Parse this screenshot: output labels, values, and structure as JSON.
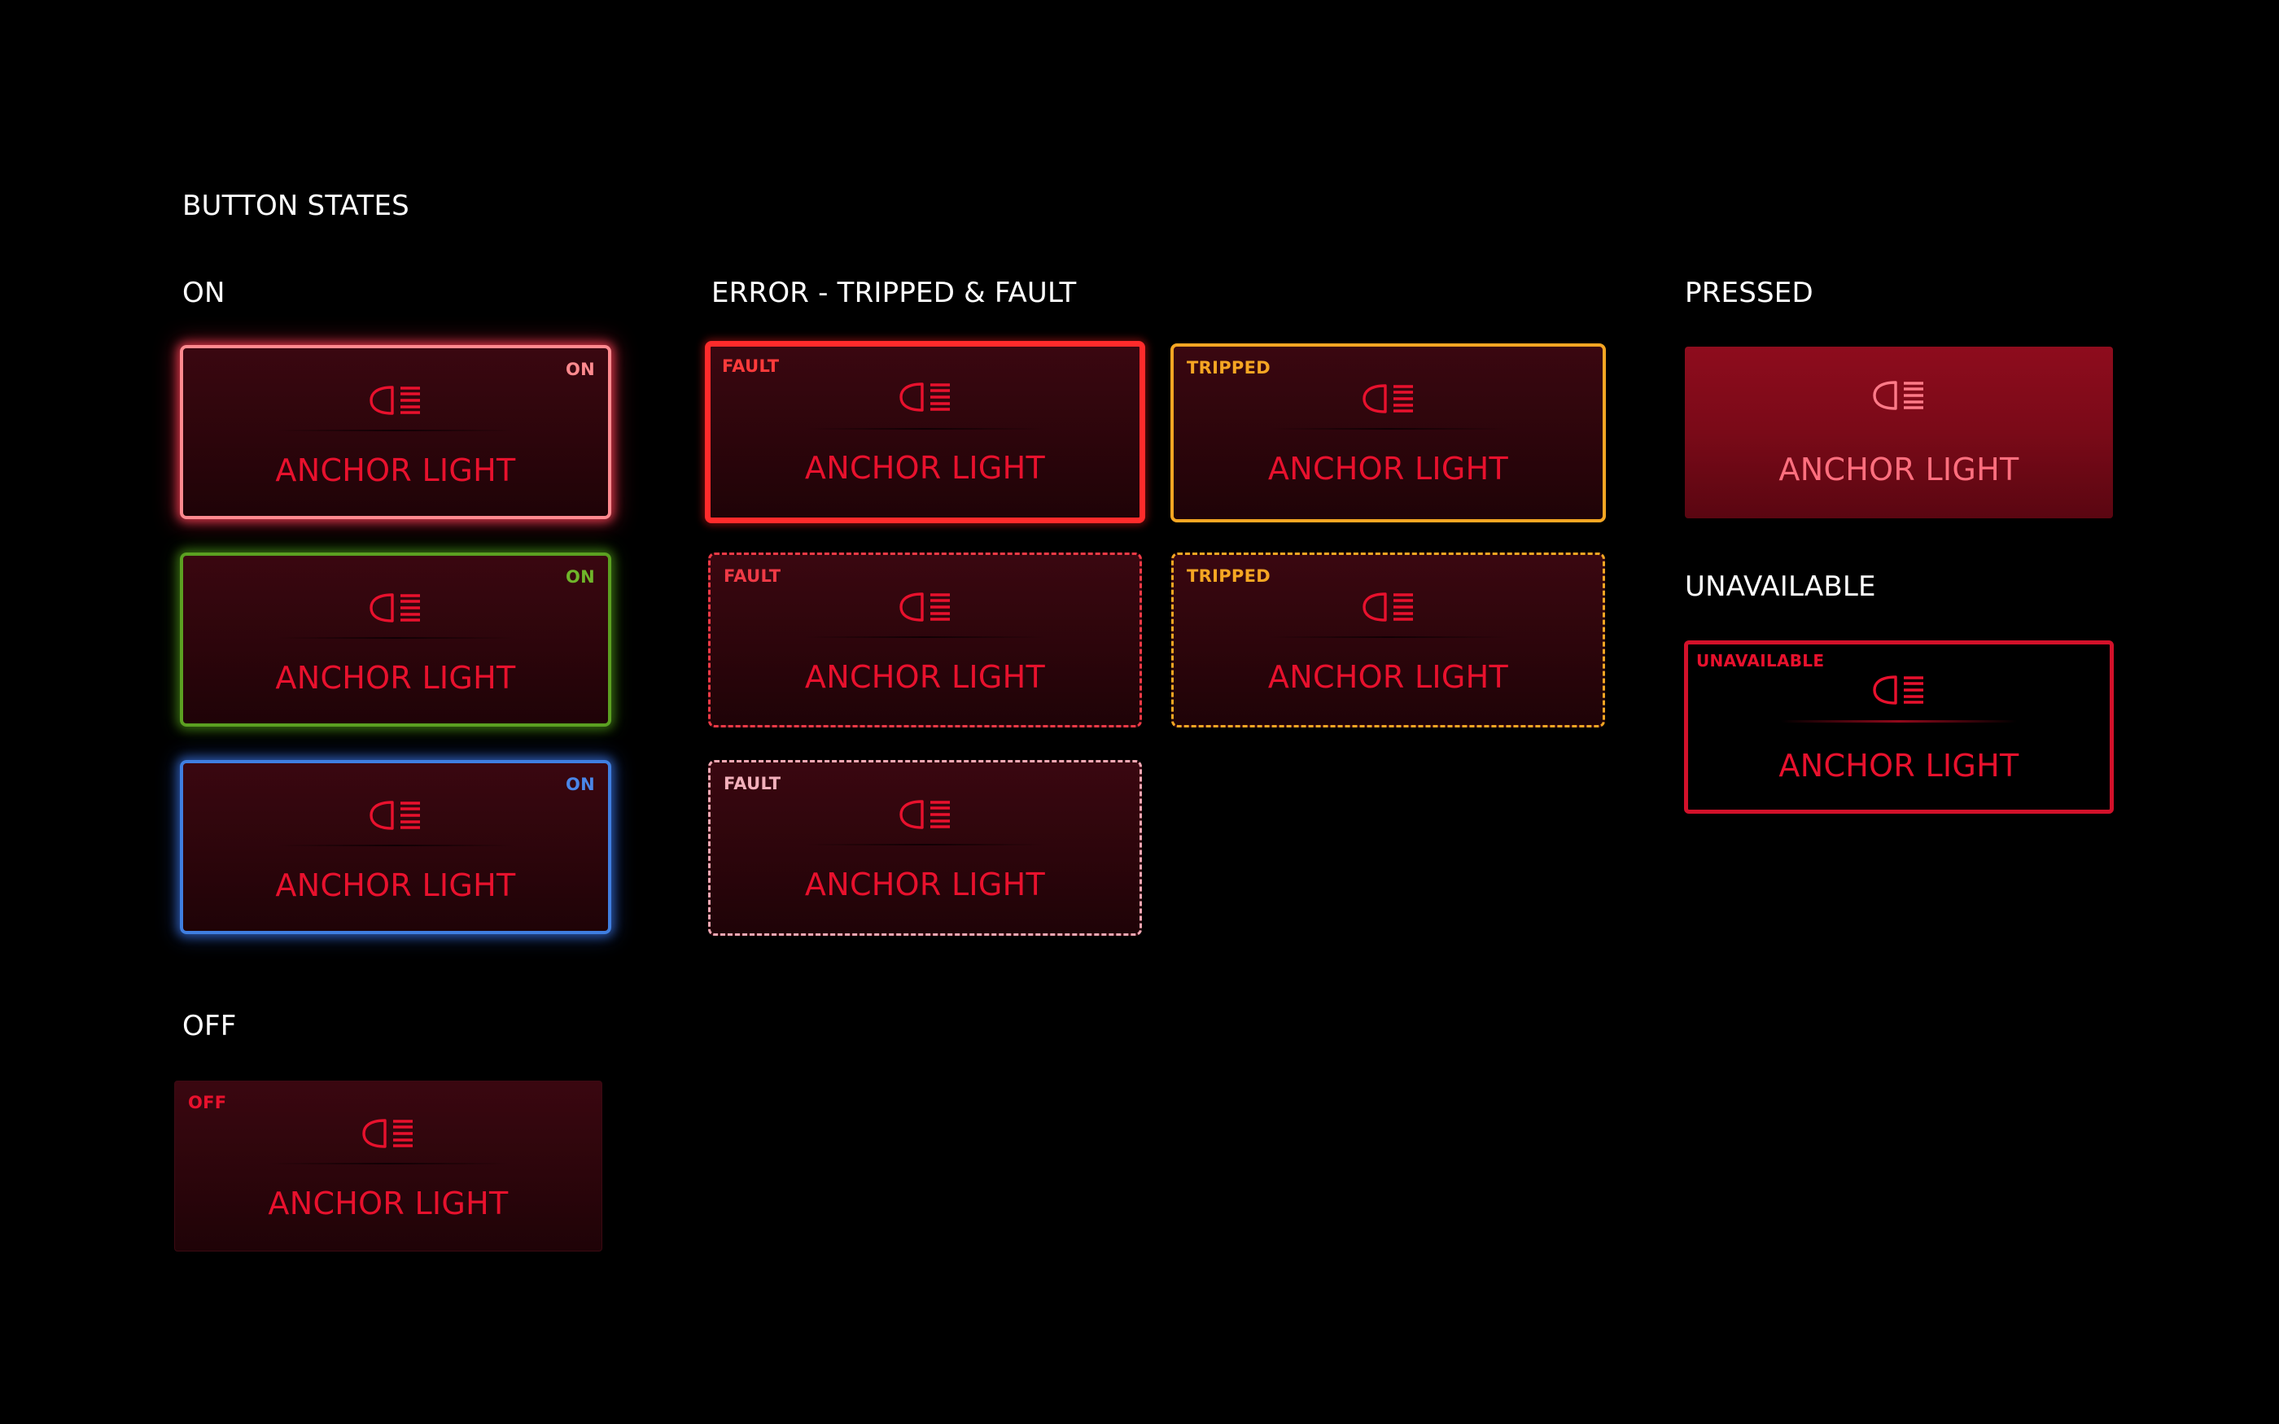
{
  "page": {
    "title": "BUTTON STATES"
  },
  "sections": {
    "on": "ON",
    "error": "ERROR - TRIPPED & FAULT",
    "pressed": "PRESSED",
    "unavailable": "UNAVAILABLE",
    "off": "OFF"
  },
  "button": {
    "label": "ANCHOR LIGHT",
    "icon": "headlight-icon"
  },
  "tags": {
    "on": "ON",
    "off": "OFF",
    "fault": "FAULT",
    "tripped": "TRIPPED",
    "unavailable": "UNAVAILABLE"
  },
  "colors": {
    "background": "#000000",
    "accent_red": "#e8112d",
    "on_red_border": "#ff8a8f",
    "on_green_border": "#5ba021",
    "on_blue_border": "#3f7ee0",
    "fault_red": "#ff2b2b",
    "tripped_amber": "#f5a623",
    "fault_pink": "#f2a7b3",
    "pressed_fill": "#8e0c1d",
    "unavailable_border": "#d2112a"
  }
}
